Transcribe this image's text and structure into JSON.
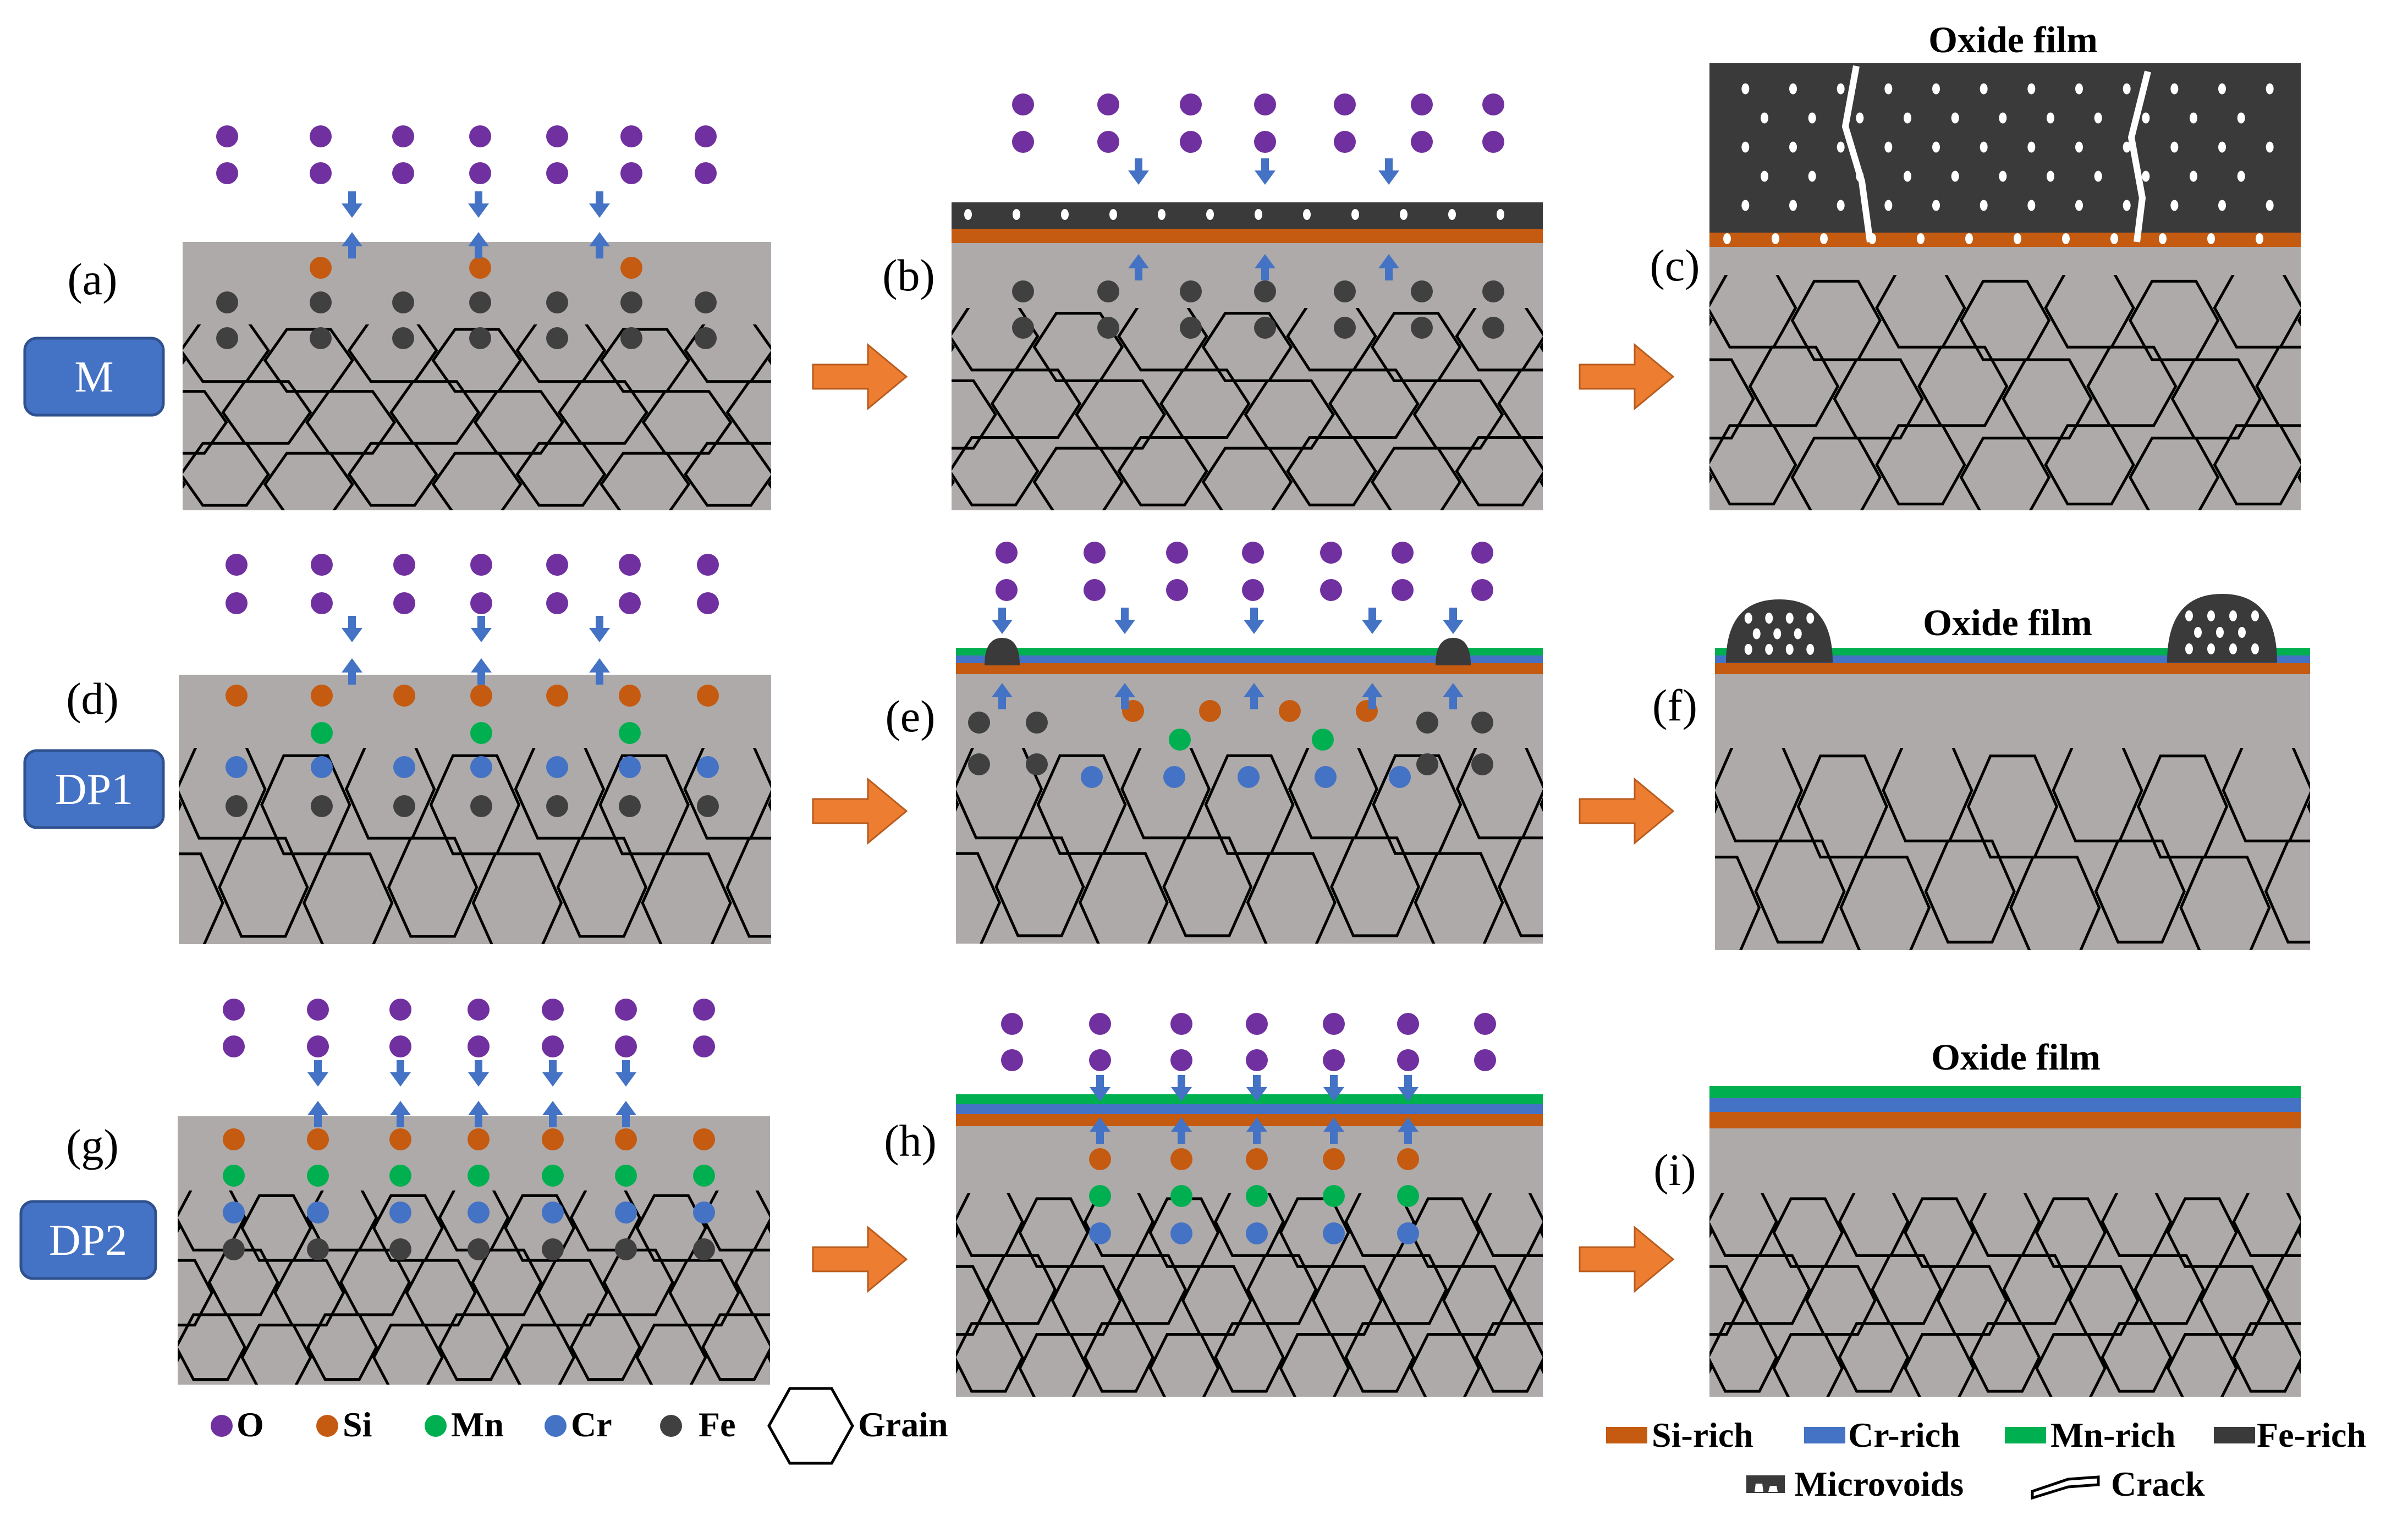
{
  "colors": {
    "substrate": "#aeaaa9",
    "grain_line": "#000000",
    "oxygen": "#7030a0",
    "si": "#c55a11",
    "mn": "#00b050",
    "cr": "#4472c4",
    "fe": "#404040",
    "arrow_blue": "#4472c4",
    "arrow_orange": "#ed7d31",
    "label_box": "#4472c4",
    "fe_oxide": "#3a3a3a",
    "si_layer": "#c55a11",
    "cr_layer": "#4472c4",
    "mn_layer": "#00b050"
  },
  "row_labels": [
    "M",
    "DP1",
    "DP2"
  ],
  "panel_labels": [
    "(a)",
    "(b)",
    "(c)",
    "(d)",
    "(e)",
    "(f)",
    "(g)",
    "(h)",
    "(i)"
  ],
  "panel_titles": {
    "c": "Oxide film",
    "f": "Oxide film",
    "i": "Oxide film"
  },
  "legend_elements": [
    {
      "label": "O",
      "color_key": "oxygen",
      "icon": "dot"
    },
    {
      "label": "Si",
      "color_key": "si",
      "icon": "dot"
    },
    {
      "label": "Mn",
      "color_key": "mn",
      "icon": "dot"
    },
    {
      "label": "Cr",
      "color_key": "cr",
      "icon": "dot"
    },
    {
      "label": "Fe",
      "color_key": "fe",
      "icon": "dot"
    },
    {
      "label": "Grain",
      "color_key": "grain_line",
      "icon": "hexagon"
    }
  ],
  "legend_layers": [
    {
      "label": "Si-rich",
      "color_key": "si_layer"
    },
    {
      "label": "Cr-rich",
      "color_key": "cr_layer"
    },
    {
      "label": "Mn-rich",
      "color_key": "mn_layer"
    },
    {
      "label": "Fe-rich",
      "color_key": "fe_oxide"
    }
  ],
  "legend_features": [
    {
      "label": "Microvoids",
      "icon": "microvoids-icon"
    },
    {
      "label": "Crack",
      "icon": "crack-icon"
    }
  ]
}
